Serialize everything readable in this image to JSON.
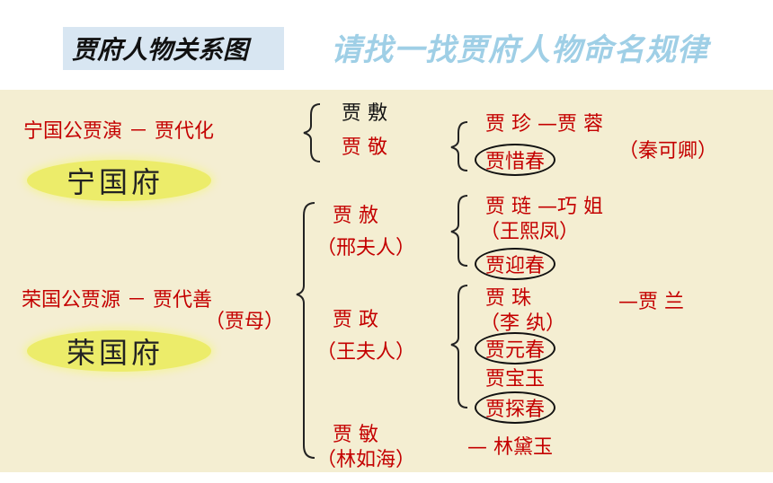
{
  "header": {
    "title": "贾府人物关系图",
    "subtitle": "请找一找贾府人物命名规律"
  },
  "diagram": {
    "ningguo": {
      "line": "宁国公贾演 － 贾代化",
      "label": "宁国府",
      "children": [
        "贾 敷",
        "贾 敬"
      ],
      "grandchildren": {
        "zhen": "贾 珍 —贾 蓉",
        "rong_wife": "（秦可卿）",
        "xichun": "贾惜春"
      }
    },
    "rongguo": {
      "line": "荣国公贾源 － 贾代善",
      "wife": "（贾母）",
      "label": "荣国府",
      "she": {
        "name": "贾 赦",
        "wife": "（邢夫人）"
      },
      "zheng": {
        "name": "贾 政",
        "wife": "（王夫人）"
      },
      "min": {
        "name": "贾 敏",
        "husband": "（林如海）",
        "child": "— 林黛玉"
      },
      "she_children": {
        "lian": "贾 琏 —巧 姐",
        "lian_wife": "（王熙凤）",
        "yingchun": "贾迎春"
      },
      "zheng_children": {
        "zhu": "贾 珠",
        "zhu_child": "—贾 兰",
        "zhu_wife": "（李 纨）",
        "yuanchun": "贾元春",
        "baoyu": "贾宝玉",
        "tanchun": "贾探春"
      }
    }
  }
}
